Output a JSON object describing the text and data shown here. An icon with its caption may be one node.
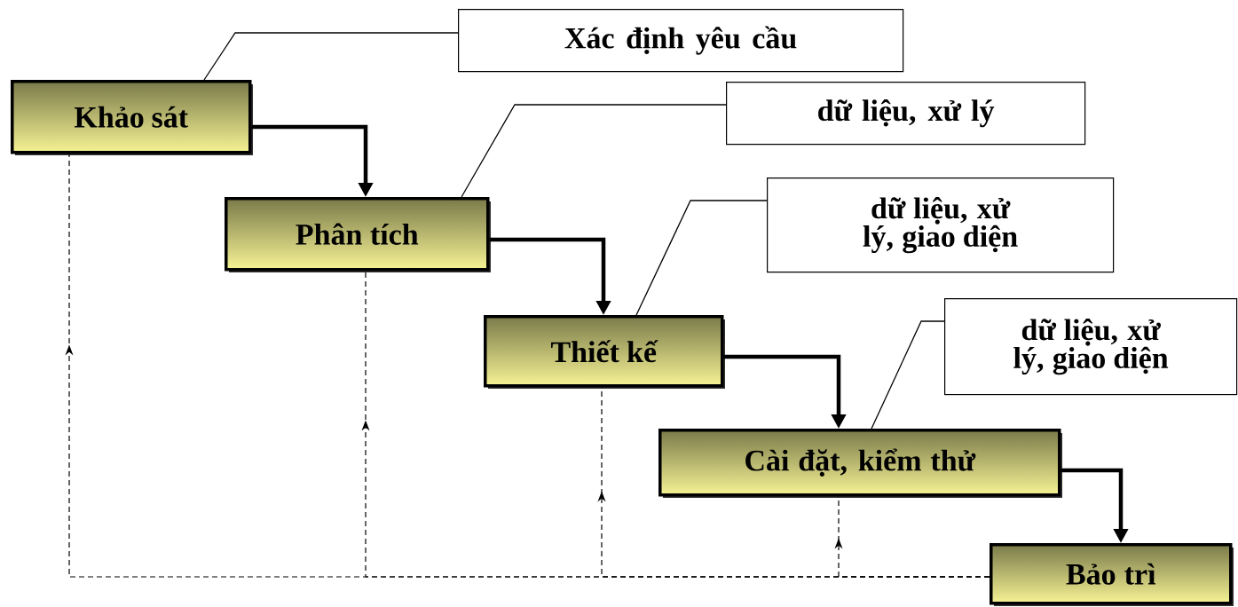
{
  "diagram": {
    "nodes": [
      {
        "text": [
          "Khảo sát"
        ]
      },
      {
        "text": [
          "Phân tích"
        ]
      },
      {
        "text": [
          "Thiết kế"
        ]
      },
      {
        "text": [
          "Cài đặt, kiểm thử"
        ]
      },
      {
        "text": [
          "Bảo trì"
        ]
      },
      {
        "text": [
          "Xác định yêu cầu"
        ]
      },
      {
        "text": [
          "dữ liệu, xử lý"
        ]
      },
      {
        "text": [
          "dữ liệu, xử lý, giao diện"
        ]
      },
      {
        "text": [
          "dữ liệu, xử lý, giao diện"
        ]
      }
    ],
    "edges": [
      {
        "from": 0,
        "to": 1,
        "arrow": "to",
        "style": "thick"
      },
      {
        "from": 1,
        "to": 2,
        "arrow": "to",
        "style": "thick"
      },
      {
        "from": 2,
        "to": 3,
        "arrow": "to",
        "style": "thick"
      },
      {
        "from": 3,
        "to": 4,
        "arrow": "to",
        "style": "thick"
      },
      {
        "from": 4,
        "to": 0,
        "arrow": "to",
        "style": "dashed"
      },
      {
        "from": 4,
        "to": 1,
        "arrow": "to",
        "style": "dashed"
      },
      {
        "from": 4,
        "to": 2,
        "arrow": "to",
        "style": "dashed"
      },
      {
        "from": 4,
        "to": 3,
        "arrow": "to",
        "style": "dashed"
      },
      {
        "from": 5,
        "to": 0,
        "arrow": "none"
      },
      {
        "from": 6,
        "to": 1,
        "arrow": "none"
      },
      {
        "from": 7,
        "to": 2,
        "arrow": "none"
      },
      {
        "from": 8,
        "to": 3,
        "arrow": "none"
      }
    ]
  }
}
